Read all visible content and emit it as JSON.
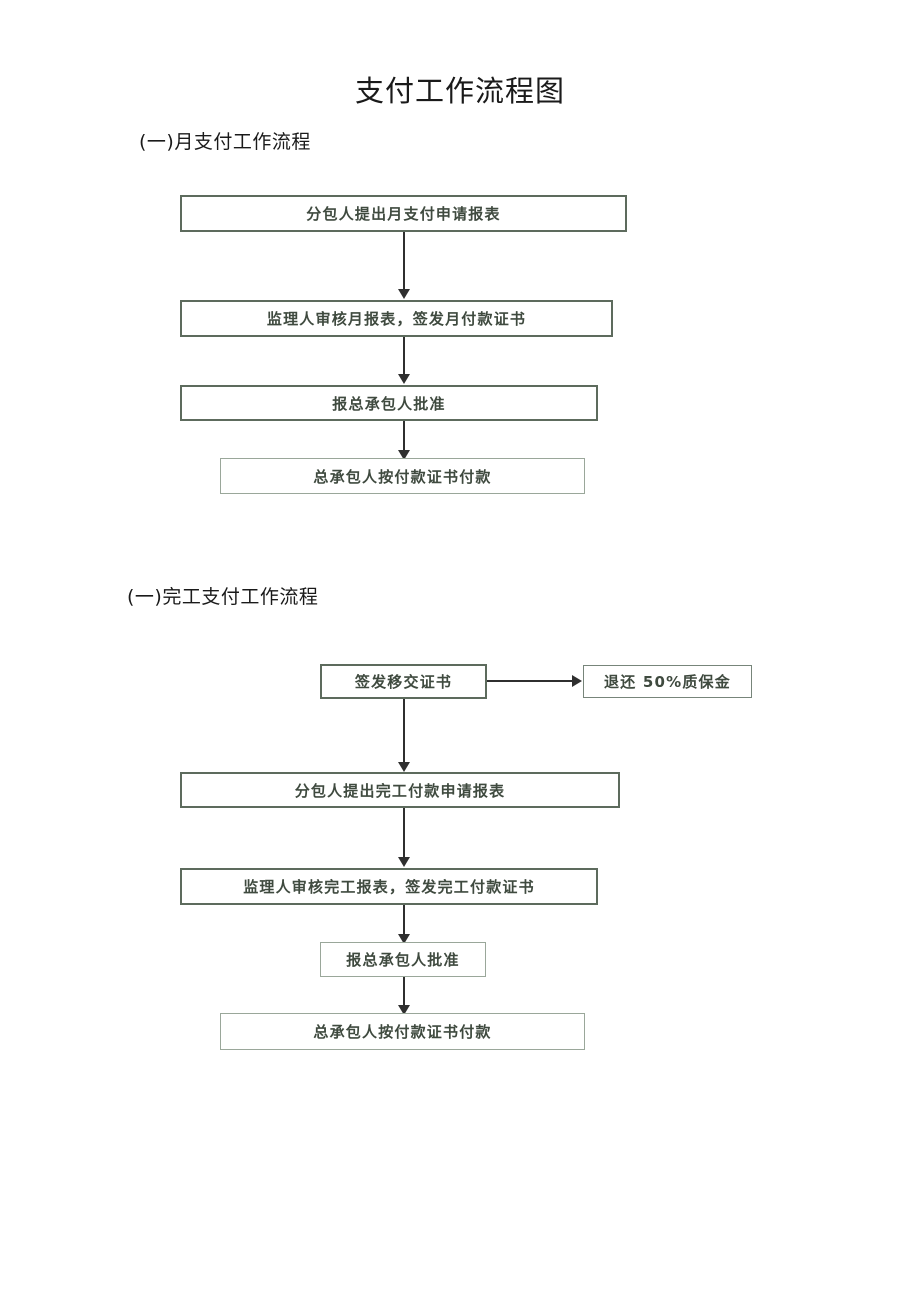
{
  "document": {
    "title": "支付工作流程图"
  },
  "sections": [
    {
      "heading": "(一)月支付工作流程",
      "flowchart": {
        "nodes": [
          {
            "id": "m1",
            "label": "分包人提出月支付申请报表"
          },
          {
            "id": "m2",
            "label": "监理人审核月报表，签发月付款证书"
          },
          {
            "id": "m3",
            "label": "报总承包人批准"
          },
          {
            "id": "m4",
            "label": "总承包人按付款证书付款"
          }
        ],
        "edges": [
          {
            "from": "m1",
            "to": "m2",
            "direction": "down"
          },
          {
            "from": "m2",
            "to": "m3",
            "direction": "down"
          },
          {
            "from": "m3",
            "to": "m4",
            "direction": "down"
          }
        ]
      }
    },
    {
      "heading": "(一)完工支付工作流程",
      "flowchart": {
        "nodes": [
          {
            "id": "c1",
            "label": "签发移交证书"
          },
          {
            "id": "c2",
            "label": "退还 50%质保金"
          },
          {
            "id": "c3",
            "label": "分包人提出完工付款申请报表"
          },
          {
            "id": "c4",
            "label": "监理人审核完工报表，签发完工付款证书"
          },
          {
            "id": "c5",
            "label": "报总承包人批准"
          },
          {
            "id": "c6",
            "label": "总承包人按付款证书付款"
          }
        ],
        "edges": [
          {
            "from": "c1",
            "to": "c2",
            "direction": "right"
          },
          {
            "from": "c1",
            "to": "c3",
            "direction": "down"
          },
          {
            "from": "c3",
            "to": "c4",
            "direction": "down"
          },
          {
            "from": "c4",
            "to": "c5",
            "direction": "down"
          },
          {
            "from": "c5",
            "to": "c6",
            "direction": "down"
          }
        ]
      }
    }
  ],
  "colors": {
    "box_text": "#3f4a3f",
    "box_border_dark": "#5d6b5d",
    "box_border_light": "#9aa79a",
    "connector": "#2f2f2f",
    "page_background": "#ffffff",
    "body_text": "#1a1a1a"
  }
}
